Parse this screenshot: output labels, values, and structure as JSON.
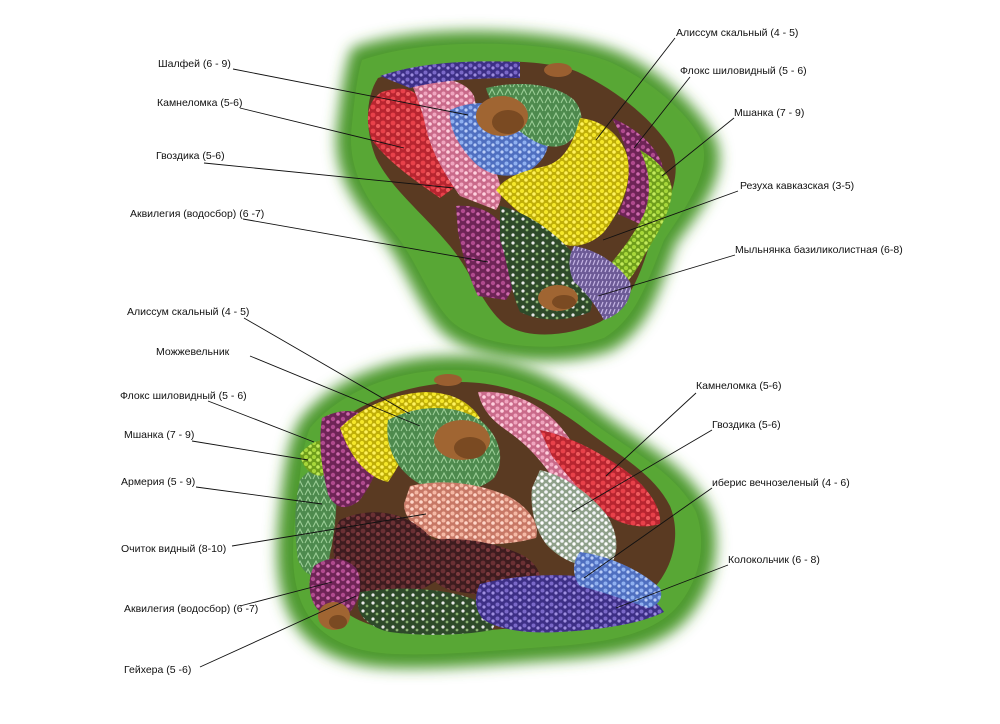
{
  "colors": {
    "grass": "#4f9a2e",
    "grass_light": "#8fcf5c",
    "soil": "#5a3a22",
    "stone": "#a26a35",
    "red": "#d8323a",
    "pink": "#e48aa8",
    "salmon": "#efa38f",
    "white": "#e9ecef",
    "blue": "#6f8fd8",
    "violet": "#5c4aa6",
    "purple": "#9a3a7a",
    "magenta": "#b84a98",
    "yellow": "#f2e21a",
    "lime": "#9ccf30",
    "sage": "#7fb07a",
    "burgundy": "#5a2a2e",
    "lavender": "#b8a4d8"
  },
  "top_bed": {
    "labels": [
      {
        "id": "shalfey",
        "text": "Шалфей  (6 - 9)"
      },
      {
        "id": "kamnelomka",
        "text": "Камнеломка  (5-6)"
      },
      {
        "id": "gvozdika",
        "text": "Гвоздика  (5-6)"
      },
      {
        "id": "akvilegiya",
        "text": "Аквилегия (водосбор)  (6 -7)"
      },
      {
        "id": "alissum",
        "text": "Алиссум скальный  (4 - 5)"
      },
      {
        "id": "floks",
        "text": "Флокс шиловидный  (5 - 6)"
      },
      {
        "id": "mshanka",
        "text": "Мшанка  (7 - 9)"
      },
      {
        "id": "rezuha",
        "text": "Резуха кавказская (3-5)"
      },
      {
        "id": "mylnyanka",
        "text": "Мыльнянка базиликолистная  (6-8)"
      }
    ]
  },
  "bottom_bed": {
    "labels": [
      {
        "id": "alissum",
        "text": "Алиссум скальный  (4 - 5)"
      },
      {
        "id": "mozhzhevelnik",
        "text": "Можжевельник"
      },
      {
        "id": "floks",
        "text": "Флокс шиловидный    (5 - 6)"
      },
      {
        "id": "mshanka",
        "text": "Мшанка  (7 - 9)"
      },
      {
        "id": "armeriya",
        "text": "Армерия  (5 - 9)"
      },
      {
        "id": "ochitok",
        "text": "Очиток видный  (8-10)"
      },
      {
        "id": "akvilegiya",
        "text": "Аквилегия (водосбор)  (6 -7)"
      },
      {
        "id": "geyhera",
        "text": "Гейхера  (5 -6)"
      },
      {
        "id": "kamnelomka",
        "text": "Камнеломка  (5-6)"
      },
      {
        "id": "gvozdika",
        "text": "Гвоздика  (5-6)"
      },
      {
        "id": "iberis",
        "text": "иберис вечнозеленый  (4 - 6)"
      },
      {
        "id": "kolokolchik",
        "text": "Колокольчик  (6 - 8)"
      }
    ]
  }
}
